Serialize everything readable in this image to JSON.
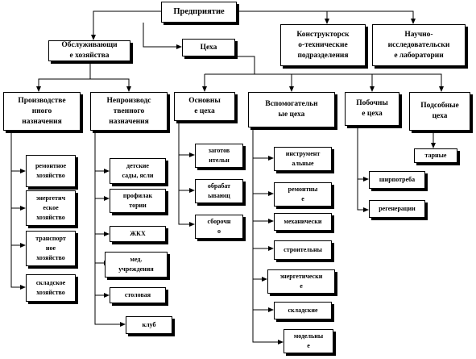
{
  "diagram": {
    "nodes": {
      "enterprise": "Предприятие",
      "service_farms": "Обслуживающи\nе хозяйства",
      "shops": "Цеха",
      "design_depts": "Конструкторск\nо-технические\nподразделения",
      "research_labs": "Научно-\nисследовательски\nе лаборатории",
      "production_purpose": "Производстве\nнного\nназначения",
      "nonproduction_purpose": "Непроизводс\nтвенного\nназначения",
      "main_shops": "Основны\nе цеха",
      "auxiliary_shops": "Вспомогательн\nые цеха",
      "byproduct_shops": "Побочны\nе цеха",
      "subsidiary_shops": "Подсобные\nцеха",
      "repair_farm": "ремонтное\nхозяйство",
      "energy_farm": "энергетич\nеское\nхозяйство",
      "transport_farm": "транспорт\nное\nхозяйство",
      "warehouse_farm": "складское\nхозяйство",
      "kindergartens": "детские\nсады, ясли",
      "sanatoriums": "профилак\nтории",
      "housing": "ЖКХ",
      "medical": "мед.\nучреждения",
      "canteen": "столовая",
      "club": "клуб",
      "procurement": "заготов\nительн",
      "machining": "обрабат\nывающ",
      "assembly": "сборочн\nо",
      "tool": "инструмент\nальные",
      "repair": "ремонтны\nе",
      "mechanical": "механически",
      "construction": "строительны",
      "energy": "энергетически\nе",
      "warehouse": "складские",
      "model": "модельны\nе",
      "consumer_goods": "ширпотреба",
      "regeneration": "регенерации",
      "container": "тарные"
    }
  }
}
